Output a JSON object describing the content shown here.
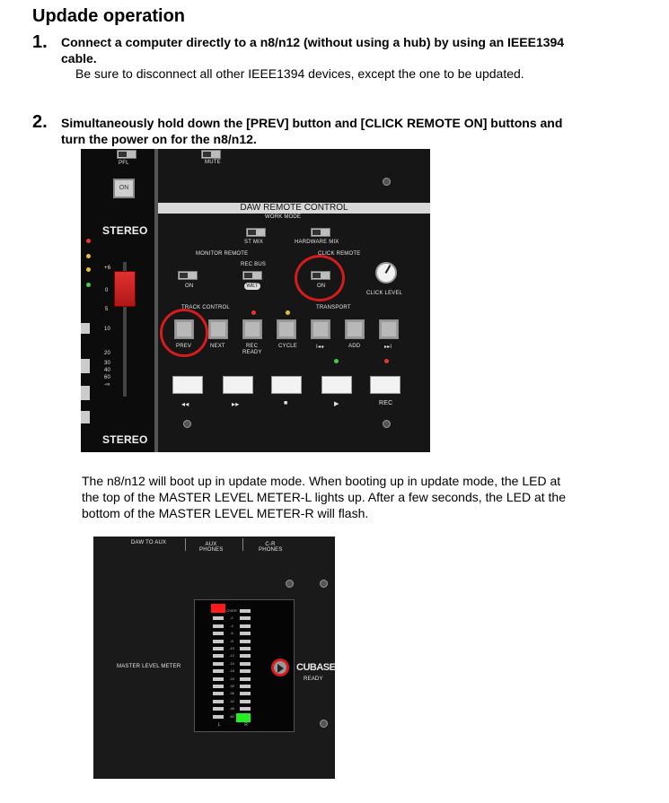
{
  "heading": "Updade operation",
  "steps": [
    {
      "number": "1.",
      "line1": "Connect a computer directly to a n8/n12 (without using a hub) by using an IEEE1394",
      "line2": "cable.",
      "note": "Be sure to disconnect all other IEEE1394 devices, except the one to be updated."
    },
    {
      "number": "2.",
      "line1": "Simultaneously hold down the [PREV] button and [CLICK REMOTE ON] buttons and",
      "line2": "turn the power on for the n8/n12."
    }
  ],
  "boot_text": {
    "line1": "The n8/n12 will boot up in update mode. When booting up in update mode, the LED at",
    "line2": "the top of the MASTER LEVEL METER-L lights up. After a few seconds, the LED at the",
    "line3": "bottom of the MASTER LEVEL METER-R will flash."
  },
  "panel": {
    "pfl": "PFL",
    "mute": "MUTE",
    "on": "ON",
    "stereo_top": "STEREO",
    "stereo_bottom": "STEREO",
    "daw_remote_control": "DAW REMOTE CONTROL",
    "work_mode": "WORK MODE",
    "st_mix": "ST MIX",
    "hardware_mix": "HARDWARE MIX",
    "monitor_remote": "MONITOR REMOTE",
    "click_remote": "CLICK REMOTE",
    "rec_bus": "REC BUS",
    "wet": "WET",
    "monitor_on": "ON",
    "click_on": "ON",
    "click_level": "CLICK LEVEL",
    "track_control": "TRACK CONTROL",
    "transport": "TRANSPORT",
    "prev": "PREV",
    "next": "NEXT",
    "rec_ready_1": "REC",
    "rec_ready_2": "READY",
    "cycle": "CYCLE",
    "to_start": "I◂◂",
    "add": "ADD",
    "to_end": "▸▸I",
    "rew": "◂◂",
    "ff": "▸▸",
    "stop": "■",
    "play": "▶",
    "rec": "REC",
    "fader_scale": [
      "+6",
      "0",
      "5",
      "10",
      "20",
      "30",
      "40",
      "60",
      "-∞"
    ]
  },
  "meter_panel": {
    "daw_to_aux": "DAW  TO  AUX",
    "aux_phones": "AUX PHONES",
    "cr_phones": "C-R PHONES",
    "master_level_meter": "MASTER LEVEL METER",
    "cubase": "CUBASE",
    "ready": "READY",
    "l": "L",
    "r": "R",
    "scale": [
      "OVER",
      "-2",
      "-4",
      "-6",
      "-8",
      "-10",
      "-12",
      "-15",
      "-18",
      "-24",
      "-30",
      "-36",
      "-42",
      "-48",
      "-60"
    ],
    "led_on_color": "#ff1a1a",
    "led_flash_color": "#22ee22"
  },
  "highlight_color": "#d41c1c"
}
